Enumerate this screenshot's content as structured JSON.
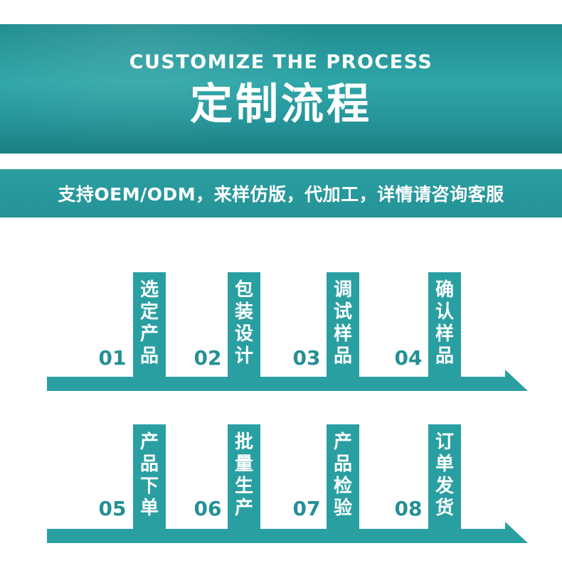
{
  "header": {
    "title_en": "CUSTOMIZE THE PROCESS",
    "title_cn": "定制流程"
  },
  "subtitle": "支持OEM/ODM，来样仿版，代加工，详情请咨询客服",
  "colors": {
    "accent": "#2a9fa2",
    "number": "#239094",
    "arrow": "#2a9fa2"
  },
  "steps": [
    {
      "num": "01",
      "label": "选定产品"
    },
    {
      "num": "02",
      "label": "包装设计"
    },
    {
      "num": "03",
      "label": "调试样品"
    },
    {
      "num": "04",
      "label": "确认样品"
    },
    {
      "num": "05",
      "label": "产品下单"
    },
    {
      "num": "06",
      "label": "批量生产"
    },
    {
      "num": "07",
      "label": "产品检验"
    },
    {
      "num": "08",
      "label": "订单发货"
    }
  ]
}
